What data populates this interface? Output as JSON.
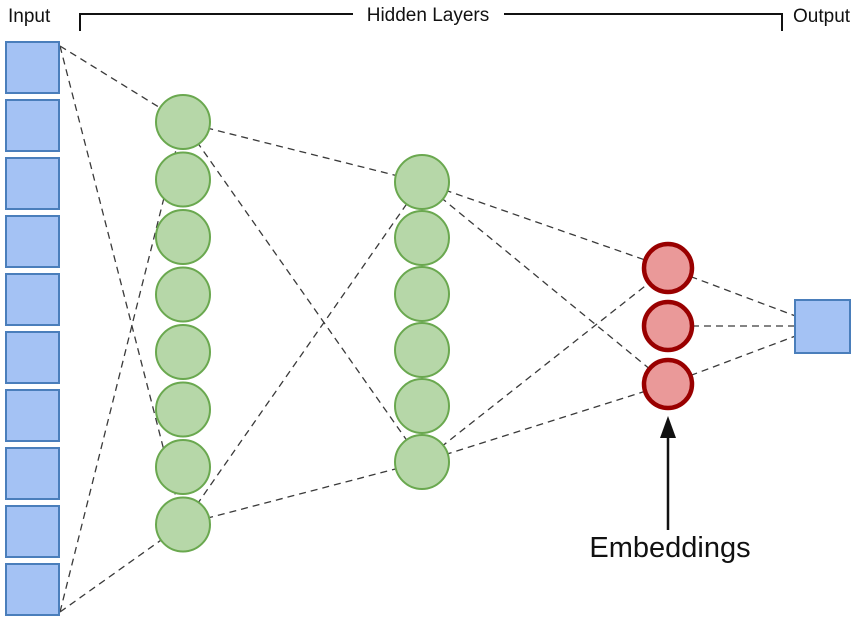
{
  "labels": {
    "input": "Input",
    "hidden_layers": "Hidden Layers",
    "output": "Output",
    "embeddings": "Embeddings"
  },
  "diagram": {
    "type": "neural-network-autoencoder",
    "layers": [
      {
        "name": "input",
        "shape": "square",
        "count": 10,
        "fill": "#a4c2f4",
        "stroke": "#4a7ebb",
        "stroke_width": 2
      },
      {
        "name": "hidden-1",
        "shape": "circle",
        "count": 8,
        "fill": "#b6d7a8",
        "stroke": "#6aa84f",
        "stroke_width": 2
      },
      {
        "name": "hidden-2",
        "shape": "circle",
        "count": 6,
        "fill": "#b6d7a8",
        "stroke": "#6aa84f",
        "stroke_width": 2
      },
      {
        "name": "embeddings",
        "shape": "circle",
        "count": 3,
        "fill": "#ea9999",
        "stroke": "#990000",
        "stroke_width": 4.5
      },
      {
        "name": "output",
        "shape": "square",
        "count": 1,
        "fill": "#a4c2f4",
        "stroke": "#4a7ebb",
        "stroke_width": 2
      }
    ],
    "connections": {
      "color": "#3a3a3a",
      "style": "dashed"
    },
    "annotation": {
      "target_layer": "embeddings",
      "arrow_color": "#111111"
    }
  }
}
